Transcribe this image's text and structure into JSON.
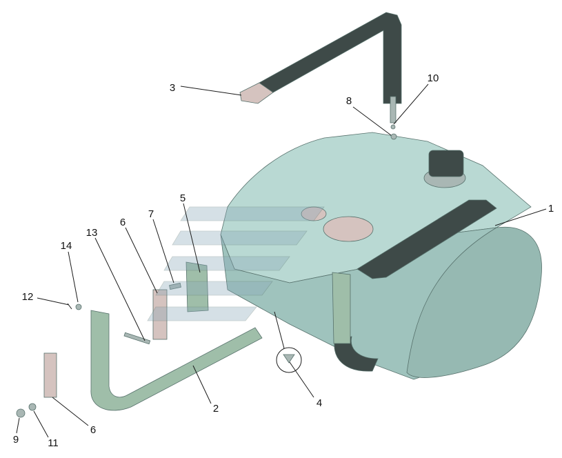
{
  "colors": {
    "tank": "#b9d9d3",
    "tank_shade": "#9fc3bd",
    "tank_end": "#96b9b2",
    "strap": "#3e4a48",
    "bracket": "#9fbea9",
    "plate": "#d5c3bf",
    "metal": "#a9b7b4",
    "leader": "#1a1a1a",
    "watermark": "#8aa8b8"
  },
  "callouts": {
    "c1": "1",
    "c2": "2",
    "c3": "3",
    "c4": "4",
    "c5": "5",
    "c6a": "6",
    "c6b": "6",
    "c7": "7",
    "c8": "8",
    "c9": "9",
    "c10": "10",
    "c11": "11",
    "c12": "12",
    "c13": "13",
    "c14": "14"
  }
}
